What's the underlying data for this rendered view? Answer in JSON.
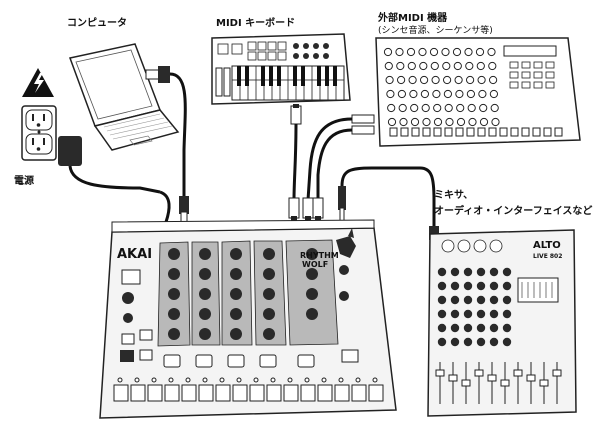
{
  "labels": {
    "computer": "コンピュータ",
    "midi_keyboard": "MIDI キーボード",
    "external_midi": "外部MIDI 機器",
    "external_midi_sub": "(シンセ音源、シーケンサ等)",
    "power": "電源",
    "mixer_line1": "ミキサ、",
    "mixer_line2": "オーディオ・インターフェイスなど"
  },
  "devices": {
    "drum_machine_brand": "AKAI",
    "drum_machine_model": "RHYTHM\nWOLF",
    "drum_machine_rhythm": "RHYTHM",
    "drum_machine_wolf": "WOLF",
    "mixer_brand": "ALTO",
    "mixer_model": "LIVE 802"
  },
  "colors": {
    "outline": "#222222",
    "panel": "#f4f4f4",
    "section": "#b9b9b9",
    "knob": "#2a2a2a",
    "cable": "#111111",
    "warning": "#111111"
  },
  "icons": [
    "warning-icon",
    "outlet-icon",
    "plug-icon",
    "usb-plug-icon",
    "midi-plug-icon",
    "audio-plug-icon",
    "wolf-logo-icon"
  ]
}
